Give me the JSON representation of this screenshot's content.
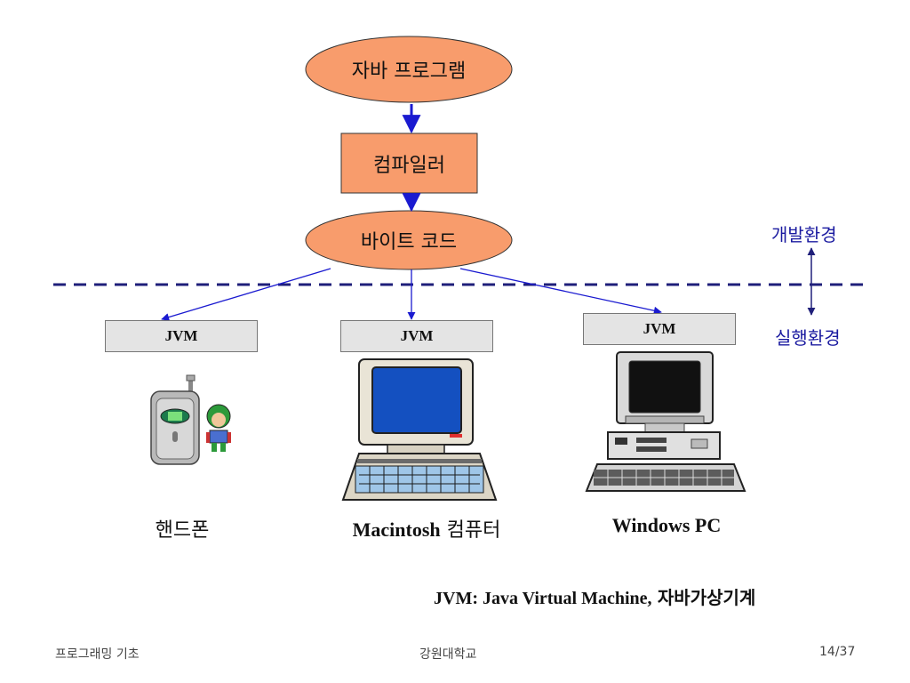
{
  "nodes": {
    "java_program": "자바 프로그램",
    "compiler": "컴파일러",
    "bytecode": "바이트 코드"
  },
  "jvm_boxes": [
    "JVM",
    "JVM",
    "JVM"
  ],
  "devices": {
    "phone": "핸드폰",
    "mac_prefix": "Macintosh",
    "mac_suffix": "컴퓨터",
    "windows": "Windows PC"
  },
  "side_labels": {
    "dev_env": "개발환경",
    "run_env": "실행환경"
  },
  "caption": {
    "prefix": "JVM: Java Virtual Machine,",
    "suffix": "자바가상기계"
  },
  "footer": {
    "course": "프로그래밍 기초",
    "university": "강원대학교",
    "page": "14/37"
  },
  "colors": {
    "node_fill": "#f89c6c",
    "arrow": "#1a1ad0",
    "jvm_fill": "#e4e4e4",
    "side_label": "#1a1aa0"
  }
}
